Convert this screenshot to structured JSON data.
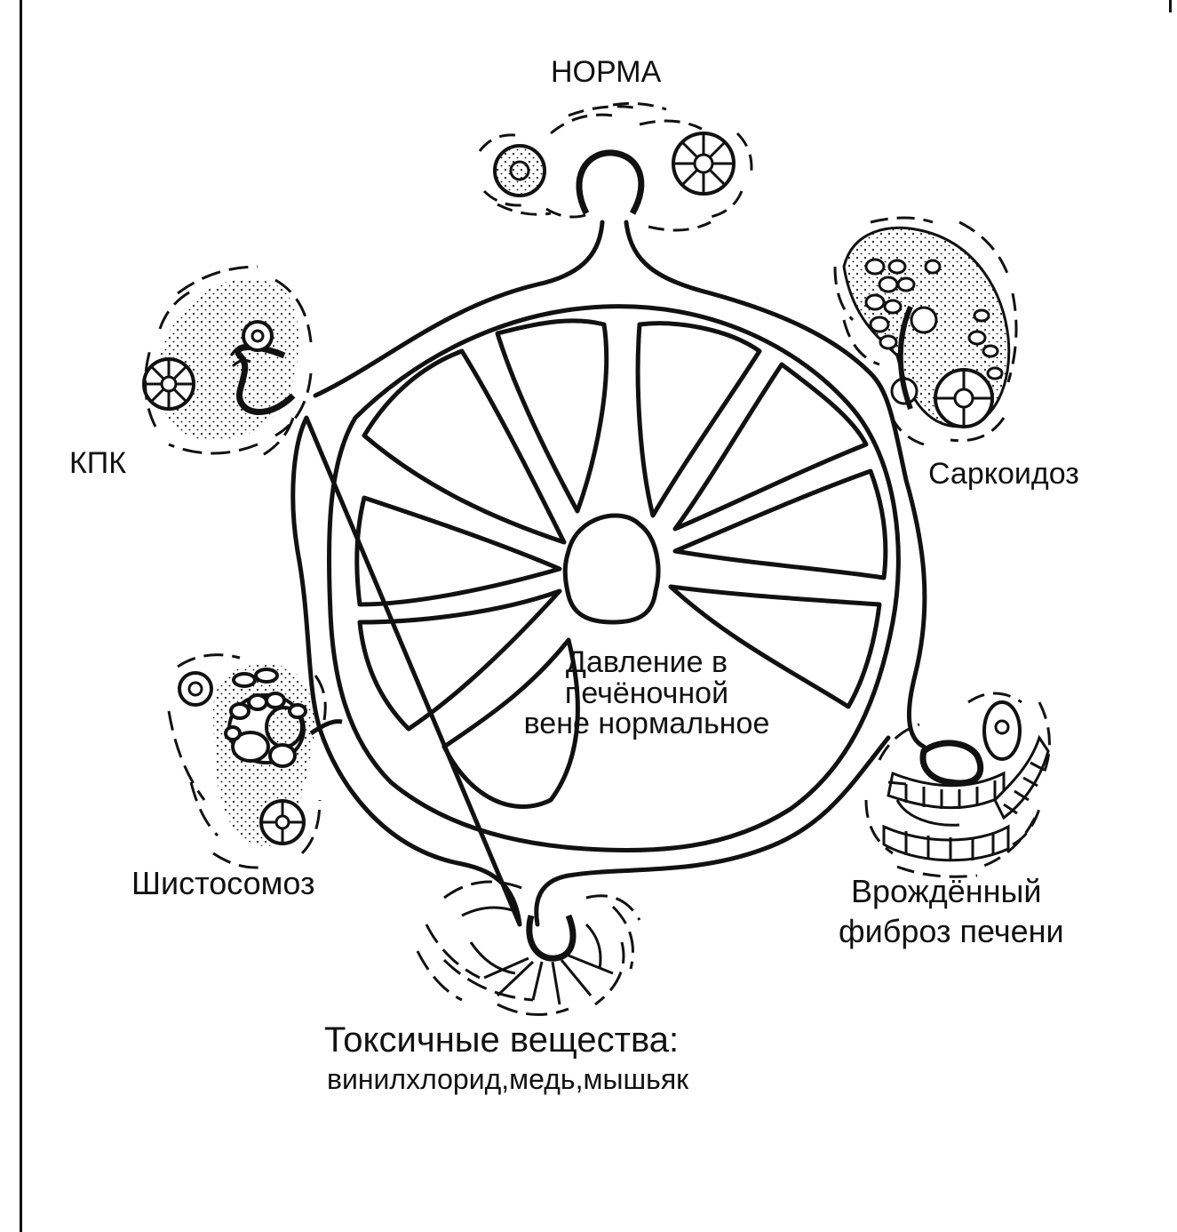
{
  "labels": {
    "norma": "НОРМА",
    "sarcoidosis": "Саркоидоз",
    "pbc": "КПК",
    "schistosomiasis": "Шистосомоз",
    "congenital_fibrosis_line1": "Врождённый",
    "congenital_fibrosis_line2": "фиброз печени",
    "toxic_title": "Токсичные вещества:",
    "toxic_list": "винилхлорид,медь,мышьяк",
    "center_line1": "Давление в",
    "center_line2": "печёночной",
    "center_line3": "вене нормальное"
  },
  "colors": {
    "ink": "#111111",
    "paper": "#ffffff"
  }
}
